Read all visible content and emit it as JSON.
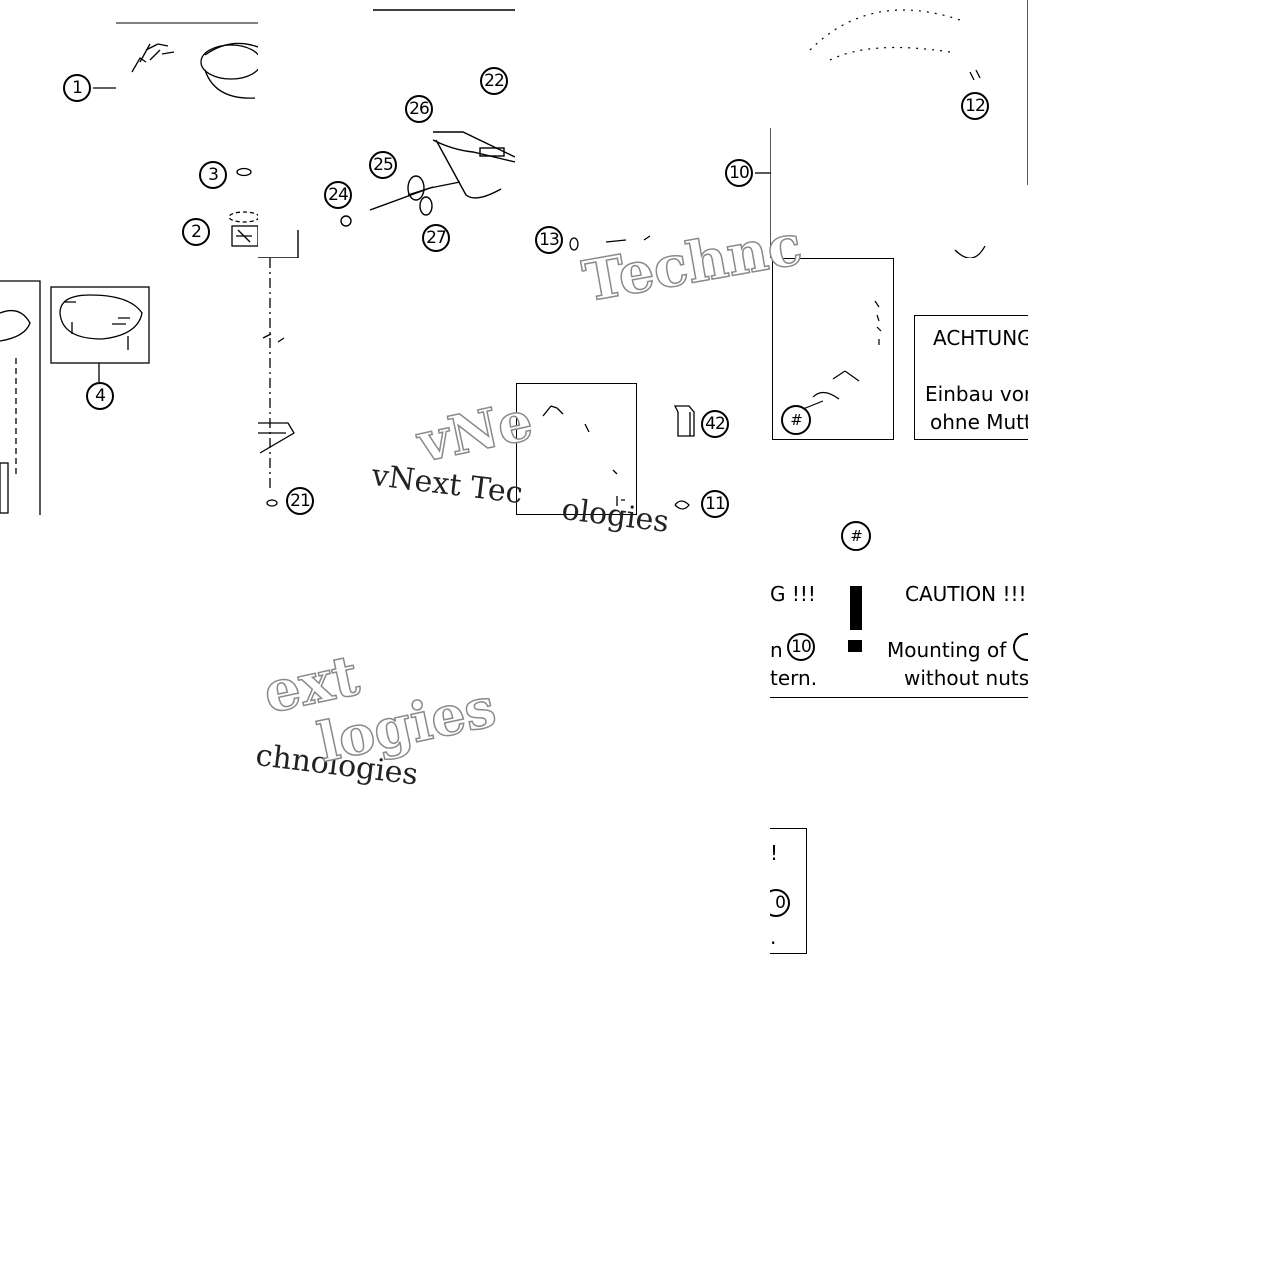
{
  "callouts": {
    "c1": "1",
    "c2": "2",
    "c3": "3",
    "c4": "4",
    "c10": "10",
    "c11": "11",
    "c12": "12",
    "c13": "13",
    "c21": "21",
    "c22": "22",
    "c24": "24",
    "c25": "25",
    "c26": "26",
    "c27": "27",
    "c42": "42",
    "hash1": "#",
    "hash2": "#",
    "c10_warn": "10",
    "c10_frag": "0"
  },
  "warnings": {
    "achtung_title": "ACHTUNG",
    "achtung_line1": "Einbau vor",
    "achtung_line2": "ohne Mutt",
    "achtung_frag_title": "G !!!",
    "achtung_frag_line1": "n",
    "achtung_frag_line2": "tern.",
    "caution_title": "CAUTION !!!",
    "caution_line1": "Mounting of",
    "caution_line2": "without nuts",
    "small_frag_title": "!",
    "small_frag_line2": "."
  },
  "watermarks": {
    "w1": "Technc",
    "w2": "vNe",
    "w3": "vNext Tec",
    "w4": "ologies",
    "w5": "ext",
    "w6": "chnologies",
    "w7": "logies"
  },
  "colors": {
    "ink": "#000000",
    "watermark_outline": "#8a8a8a",
    "background": "#ffffff"
  }
}
